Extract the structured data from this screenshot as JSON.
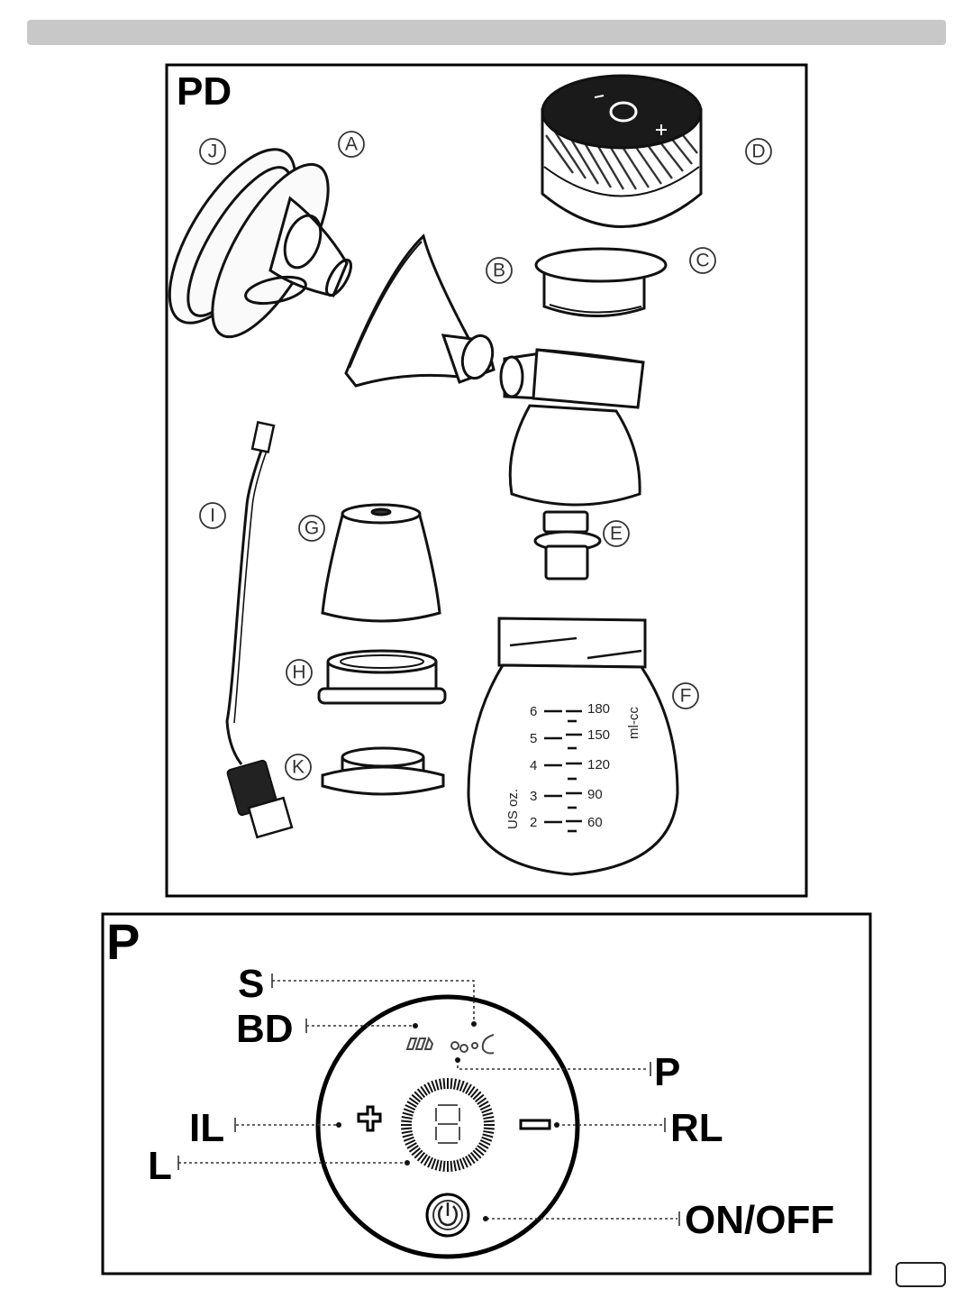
{
  "panel_pd": {
    "title": "PD",
    "parts": [
      {
        "letter": "J"
      },
      {
        "letter": "A"
      },
      {
        "letter": "D"
      },
      {
        "letter": "B"
      },
      {
        "letter": "C"
      },
      {
        "letter": "I"
      },
      {
        "letter": "G"
      },
      {
        "letter": "E"
      },
      {
        "letter": "H"
      },
      {
        "letter": "F"
      },
      {
        "letter": "K"
      }
    ],
    "bottle": {
      "oz_label": "US oz.",
      "ml_label": "ml-cc",
      "oz_ticks": [
        "6",
        "5",
        "4",
        "3",
        "2"
      ],
      "ml_ticks": [
        "180",
        "150",
        "120",
        "90",
        "60"
      ]
    }
  },
  "panel_p": {
    "title": "P",
    "callouts": {
      "s": "S",
      "bd": "BD",
      "p": "P",
      "il": "IL",
      "rl": "RL",
      "l": "L",
      "on_off": "ON/OFF"
    }
  }
}
